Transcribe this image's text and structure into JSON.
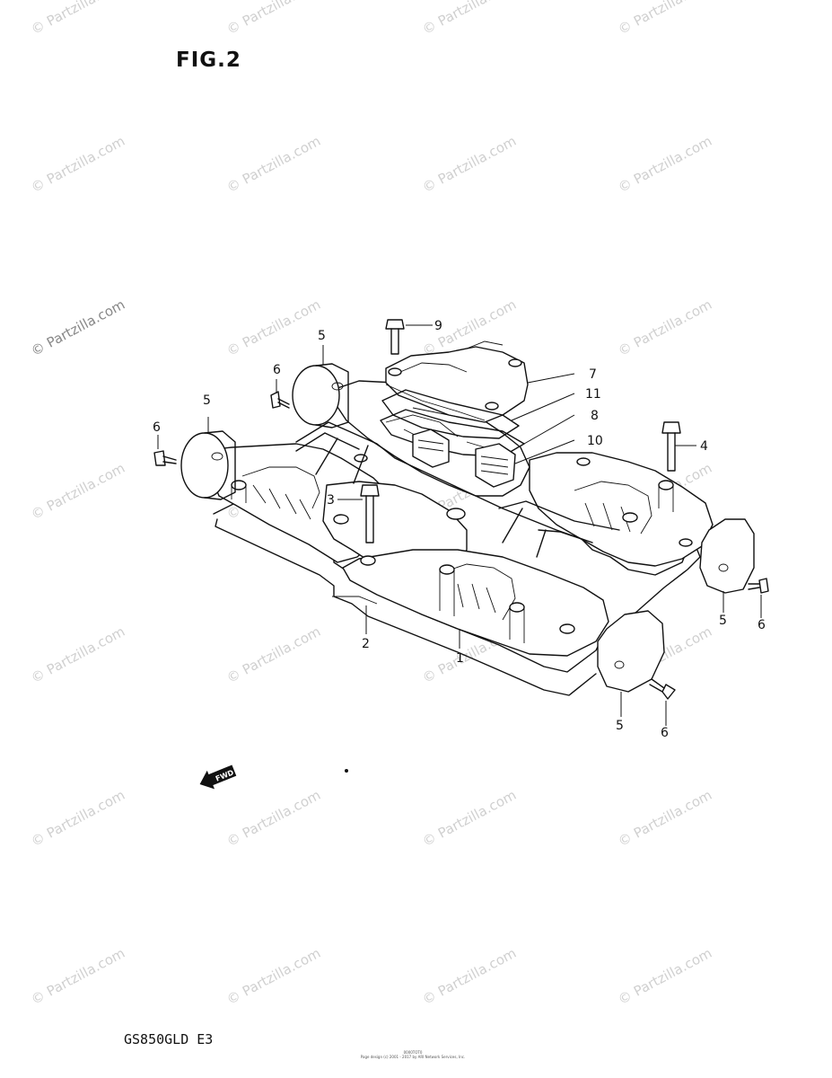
{
  "figure": {
    "title": "FIG.2",
    "model_code": "GS850GLD  E3",
    "fwd_label": "FWD",
    "footer_line1": "0000TOT0",
    "footer_line2": "Page design (c) 2001 - 2017 by ARI Network Services, Inc."
  },
  "watermark": {
    "text": "© Partzilla.com",
    "color": "#d0d0d0"
  },
  "callouts": [
    "1",
    "2",
    "3",
    "4",
    "5",
    "5",
    "5",
    "5",
    "6",
    "6",
    "6",
    "6",
    "7",
    "8",
    "9",
    "10",
    "11"
  ]
}
